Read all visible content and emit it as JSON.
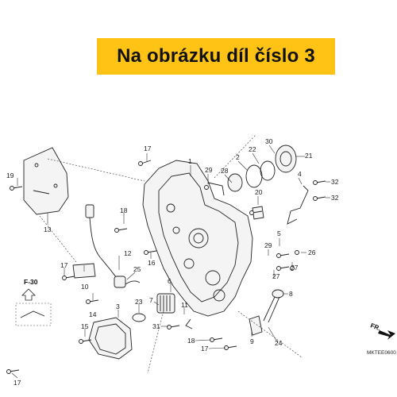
{
  "banner": {
    "text": "Na obrázku díl číslo 3",
    "color": "#ffc316"
  },
  "diagram": {
    "callouts": [
      "17",
      "1",
      "29",
      "28",
      "2",
      "22",
      "30",
      "21",
      "19",
      "4",
      "32",
      "32",
      "20",
      "13",
      "18",
      "3",
      "16",
      "29",
      "5",
      "26",
      "27",
      "27",
      "17",
      "12",
      "25",
      "10",
      "6",
      "23",
      "11",
      "7",
      "15",
      "14",
      "31",
      "8",
      "9",
      "18",
      "17",
      "24",
      "17"
    ],
    "reference_label": "F-30",
    "drawing_code": "MKTEE0600",
    "front_marker": "FR."
  }
}
